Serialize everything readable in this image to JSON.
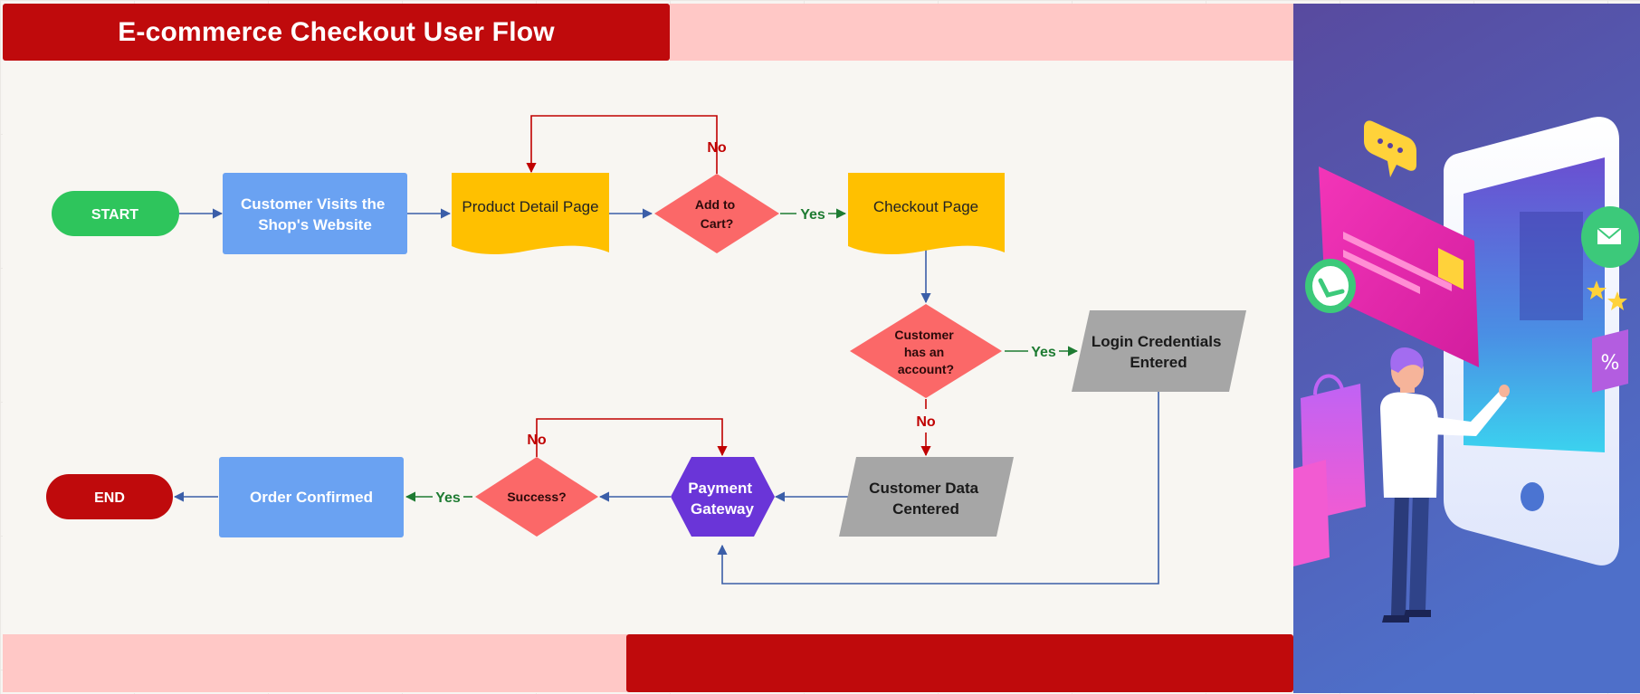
{
  "title": "E-commerce Checkout User Flow",
  "nodes": {
    "start": "START",
    "visit": [
      "Customer Visits the",
      "Shop's Website"
    ],
    "product": "Product Detail Page",
    "add_to_cart": [
      "Add to",
      "Cart?"
    ],
    "checkout": "Checkout Page",
    "has_account": [
      "Customer",
      "has an",
      "account?"
    ],
    "login": [
      "Login Credentials",
      "Entered"
    ],
    "customer_data": [
      "Customer Data",
      "Centered"
    ],
    "payment": [
      "Payment",
      "Gateway"
    ],
    "success": "Success?",
    "order": "Order Confirmed",
    "end": "END"
  },
  "edge_labels": {
    "add_to_cart_no": "No",
    "add_to_cart_yes": "Yes",
    "has_account_yes": "Yes",
    "has_account_no": "No",
    "success_no": "No",
    "success_yes": "Yes"
  },
  "colors": {
    "title_red": "#bf0a0c",
    "pink_band": "#ffc8c6",
    "start_green": "#2ec55c",
    "process_blue": "#6aa2f2",
    "document_yellow": "#ffc000",
    "decision_red": "#fb6868",
    "data_gray": "#a6a6a6",
    "gateway_purple": "#6a35d8",
    "arrow_blue": "#3b5ea8",
    "arrow_red": "#c00000",
    "arrow_green": "#1e7b32"
  }
}
